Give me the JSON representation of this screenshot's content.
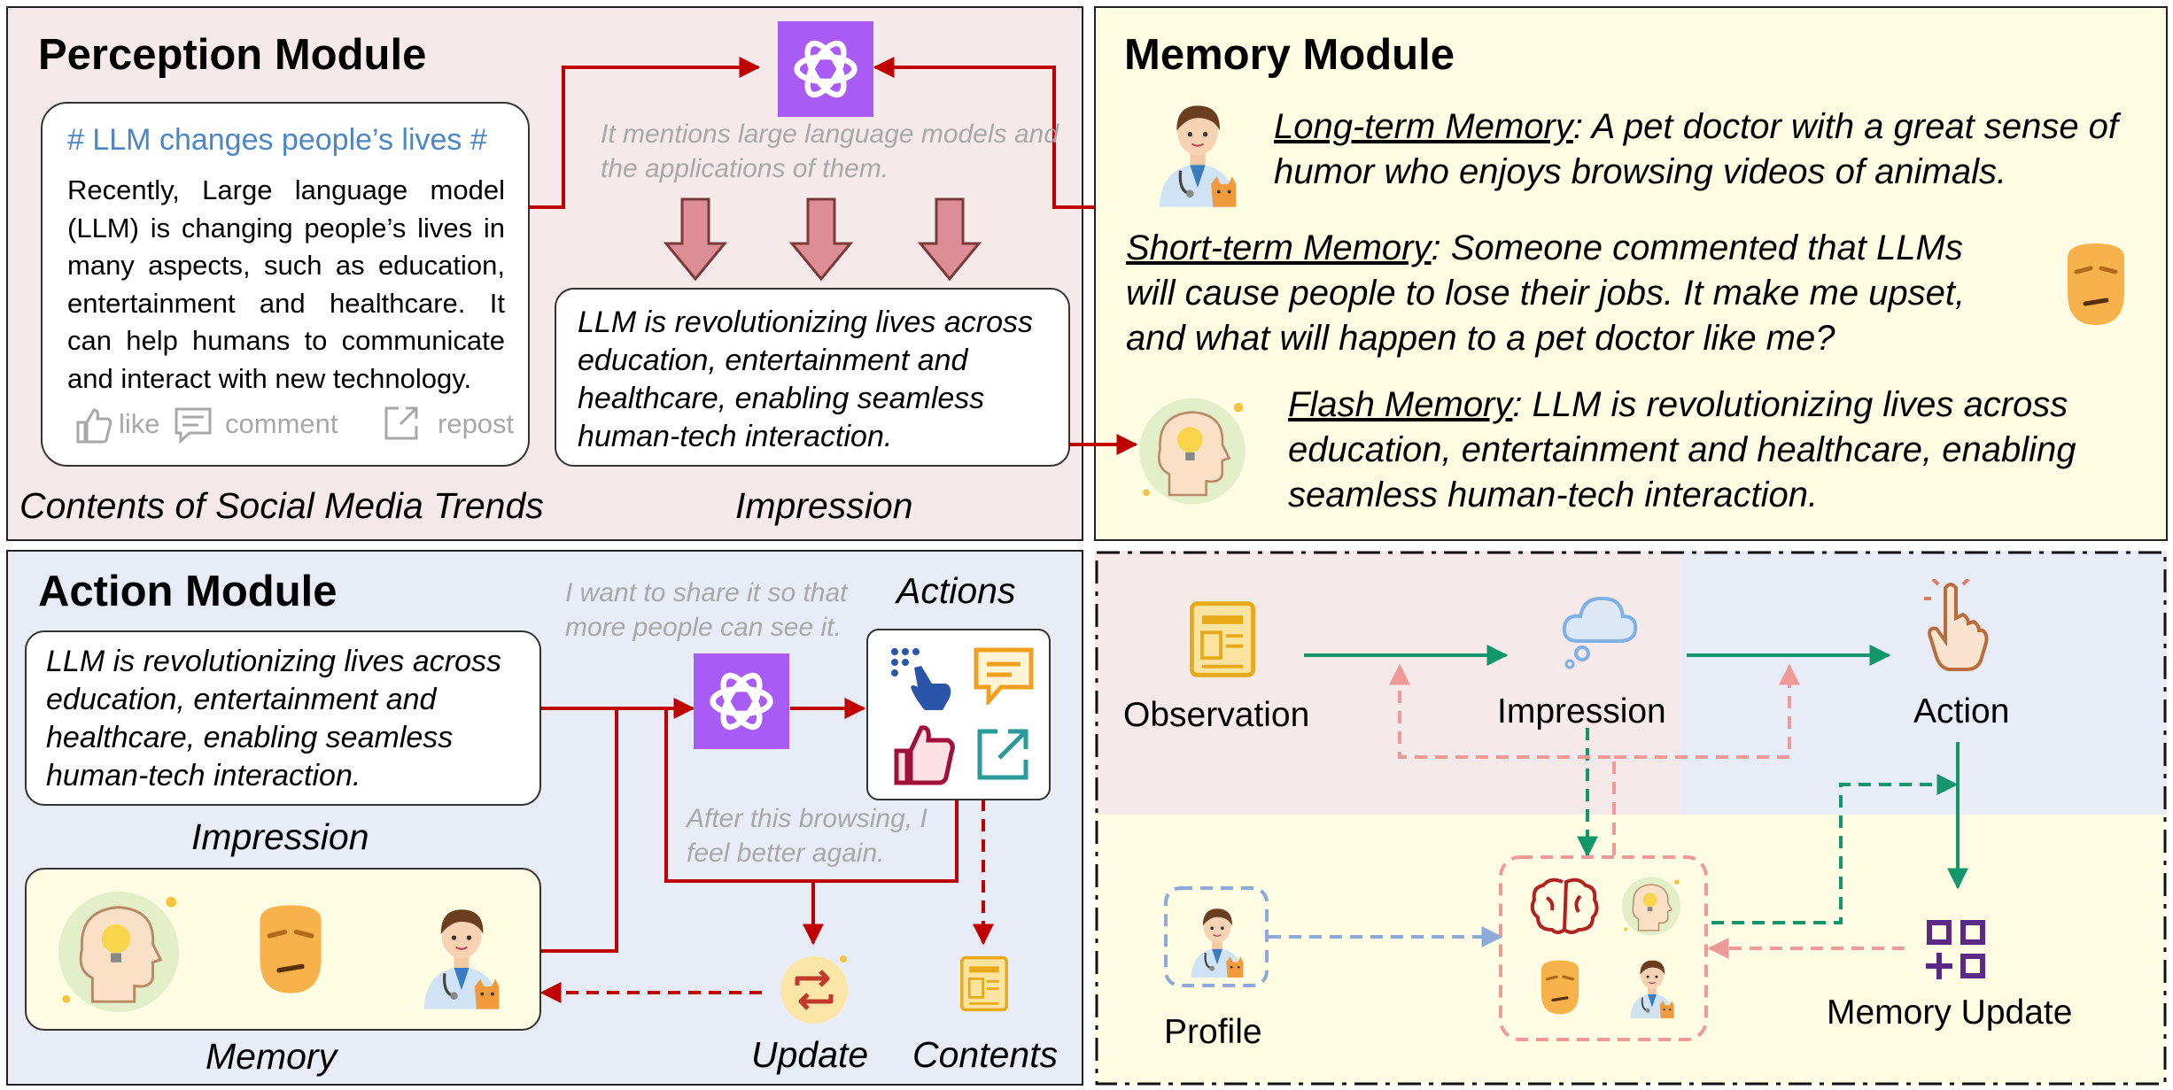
{
  "perception": {
    "title": "Perception Module",
    "post_hashtag": "# LLM changes people’s lives #",
    "post_body": "Recently, Large language model (LLM) is changing people’s lives in many aspects, such as education, entertainment and healthcare. It can help humans to communicate and interact with new technology.",
    "like": "like",
    "comment": "comment",
    "repost": "repost",
    "thought": "It mentions large language models and the applications of them.",
    "impression_text": "LLM is revolutionizing lives across education, entertainment and healthcare, enabling seamless human-tech interaction.",
    "label_contents": "Contents of Social Media Trends",
    "label_impression": "Impression"
  },
  "memory": {
    "title": "Memory Module",
    "long_key": "Long-term Memory",
    "long_text": ": A pet doctor with a great sense of humor who enjoys browsing videos of animals.",
    "short_key": "Short-term Memory",
    "short_text": ": Someone commented that LLMs will cause people to lose their jobs. It make me upset, and what will happen to a pet doctor like me?",
    "flash_key": "Flash Memory",
    "flash_text": ": LLM is revolutionizing lives across education, entertainment and healthcare, enabling seamless human-tech interaction."
  },
  "action": {
    "title": "Action Module",
    "impression_text": "LLM is revolutionizing lives across education, entertainment and healthcare, enabling seamless human-tech interaction.",
    "thought_share": "I want to share it so that more people can see it.",
    "thought_better": "After this browsing, I feel better again.",
    "label_actions": "Actions",
    "label_impression": "Impression",
    "label_memory": "Memory",
    "label_update": "Update",
    "label_contents": "Contents"
  },
  "flow": {
    "observation": "Observation",
    "impression": "Impression",
    "action": "Action",
    "profile": "Profile",
    "memory_update": "Memory Update"
  },
  "colors": {
    "perception_bg": "#f5e9ea",
    "memory_bg": "#fefde4",
    "action_bg": "#e8ecf6",
    "red_arrow": "#c00000",
    "green_arrow": "#13966a",
    "pink_dash": "#ef9999",
    "blue_dash": "#8eaadb",
    "openai_purple": "#a95cf5",
    "hashtag_blue": "#4a86c8"
  }
}
